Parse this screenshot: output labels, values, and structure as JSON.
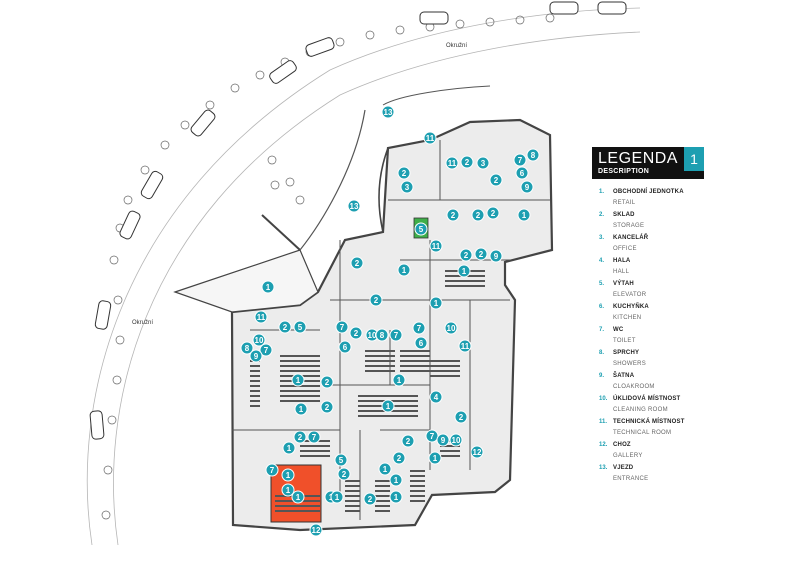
{
  "map": {
    "street_name": "Okružní",
    "colors": {
      "teal": "#1d9fb1",
      "highlight_orange": "#f0502a",
      "green_elevator": "#3fae49",
      "wall": "#4a4a4a",
      "floor": "#e9e9e9",
      "dark": "#111111"
    },
    "highlighted_room": "Obchodní jednotka",
    "markers": [
      {
        "label": "13"
      },
      {
        "label": "11"
      },
      {
        "label": "11"
      },
      {
        "label": "2"
      },
      {
        "label": "3"
      },
      {
        "label": "7"
      },
      {
        "label": "8"
      },
      {
        "label": "2"
      },
      {
        "label": "3"
      },
      {
        "label": "2"
      },
      {
        "label": "6"
      },
      {
        "label": "9"
      },
      {
        "label": "13"
      },
      {
        "label": "2"
      },
      {
        "label": "2"
      },
      {
        "label": "2"
      },
      {
        "label": "1"
      },
      {
        "label": "5"
      },
      {
        "label": "11"
      },
      {
        "label": "2"
      },
      {
        "label": "2"
      },
      {
        "label": "9"
      },
      {
        "label": "1"
      },
      {
        "label": "2"
      },
      {
        "label": "1"
      },
      {
        "label": "1"
      },
      {
        "label": "2"
      },
      {
        "label": "1"
      },
      {
        "label": "11"
      },
      {
        "label": "2"
      },
      {
        "label": "5"
      },
      {
        "label": "7"
      },
      {
        "label": "6"
      },
      {
        "label": "2"
      },
      {
        "label": "10"
      },
      {
        "label": "8"
      },
      {
        "label": "7"
      },
      {
        "label": "7"
      },
      {
        "label": "10"
      },
      {
        "label": "10"
      },
      {
        "label": "7"
      },
      {
        "label": "8"
      },
      {
        "label": "9"
      },
      {
        "label": "6"
      },
      {
        "label": "11"
      },
      {
        "label": "1"
      },
      {
        "label": "2"
      },
      {
        "label": "1"
      },
      {
        "label": "2"
      },
      {
        "label": "1"
      },
      {
        "label": "1"
      },
      {
        "label": "4"
      },
      {
        "label": "2"
      },
      {
        "label": "7"
      },
      {
        "label": "9"
      },
      {
        "label": "10"
      },
      {
        "label": "2"
      },
      {
        "label": "2"
      },
      {
        "label": "7"
      },
      {
        "label": "12"
      },
      {
        "label": "1"
      },
      {
        "label": "2"
      },
      {
        "label": "1"
      },
      {
        "label": "1"
      },
      {
        "label": "5"
      },
      {
        "label": "2"
      },
      {
        "label": "1"
      },
      {
        "label": "1"
      },
      {
        "label": "2"
      },
      {
        "label": "7"
      },
      {
        "label": "1"
      },
      {
        "label": "1"
      },
      {
        "label": "1"
      },
      {
        "label": "12"
      },
      {
        "label": "1"
      },
      {
        "label": "1"
      }
    ]
  },
  "legend": {
    "title": "LEGENDA",
    "subtitle": "DESCRIPTION",
    "page_badge": "1",
    "items": [
      {
        "number": "1.",
        "cz": "OBCHODNÍ JEDNOTKA",
        "en": "RETAIL"
      },
      {
        "number": "2.",
        "cz": "SKLAD",
        "en": "STORAGE"
      },
      {
        "number": "3.",
        "cz": "KANCELÁŘ",
        "en": "OFFICE"
      },
      {
        "number": "4.",
        "cz": "HALA",
        "en": "HALL"
      },
      {
        "number": "5.",
        "cz": "VÝTAH",
        "en": "ELEVATOR"
      },
      {
        "number": "6.",
        "cz": "KUCHYŇKA",
        "en": "KITCHEN"
      },
      {
        "number": "7.",
        "cz": "WC",
        "en": "TOILET"
      },
      {
        "number": "8.",
        "cz": "SPRCHY",
        "en": "SHOWERS"
      },
      {
        "number": "9.",
        "cz": "ŠATNA",
        "en": "CLOAKROOM"
      },
      {
        "number": "10.",
        "cz": "ÚKLIDOVÁ MÍSTNOST",
        "en": "CLEANING ROOM"
      },
      {
        "number": "11.",
        "cz": "TECHNICKÁ MÍSTNOST",
        "en": "TECHNICAL ROOM"
      },
      {
        "number": "12.",
        "cz": "CHOZ",
        "en": "GALLERY"
      },
      {
        "number": "13.",
        "cz": "VJEZD",
        "en": "ENTRANCE"
      }
    ]
  }
}
